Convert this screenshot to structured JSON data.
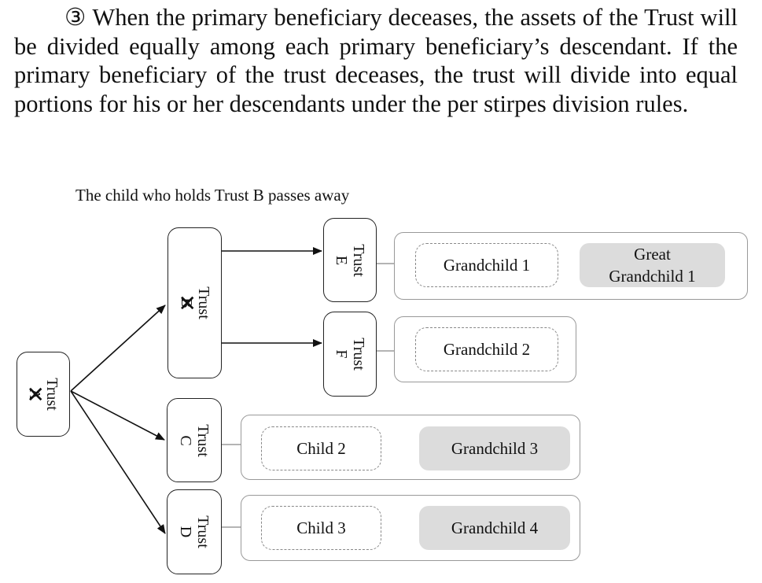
{
  "paragraph": {
    "marker": "③",
    "text": " When the primary beneficiary deceases, the assets of the Trust will be divided equally among each primary beneficiary’s de­scendant. If the primary beneficiary of the trust deceases, the trust will divide into equal portions for his or her descendants under the per stirpes division rules."
  },
  "diagram": {
    "caption": "The child who holds Trust B passes away",
    "trust_word": "Trust",
    "trusts": {
      "a": {
        "letter": "A",
        "crossed": true
      },
      "b": {
        "letter": "B",
        "crossed": true
      },
      "c": {
        "letter": "C",
        "crossed": false
      },
      "d": {
        "letter": "D",
        "crossed": false
      },
      "e": {
        "letter": "E",
        "crossed": false
      },
      "f": {
        "letter": "F",
        "crossed": false
      }
    },
    "cross_symbol": "✕",
    "beneficiaries": {
      "e_primary": "Grandchild 1",
      "e_next_line1": "Great",
      "e_next_line2": "Grandchild 1",
      "f_primary": "Grandchild 2",
      "c_primary": "Child 2",
      "c_next": "Grandchild 3",
      "d_primary": "Child 3",
      "d_next": "Grandchild 4"
    },
    "colors": {
      "deceased_beneficiary_border": "#888888",
      "descendant_fill": "#dcdcdc"
    }
  }
}
